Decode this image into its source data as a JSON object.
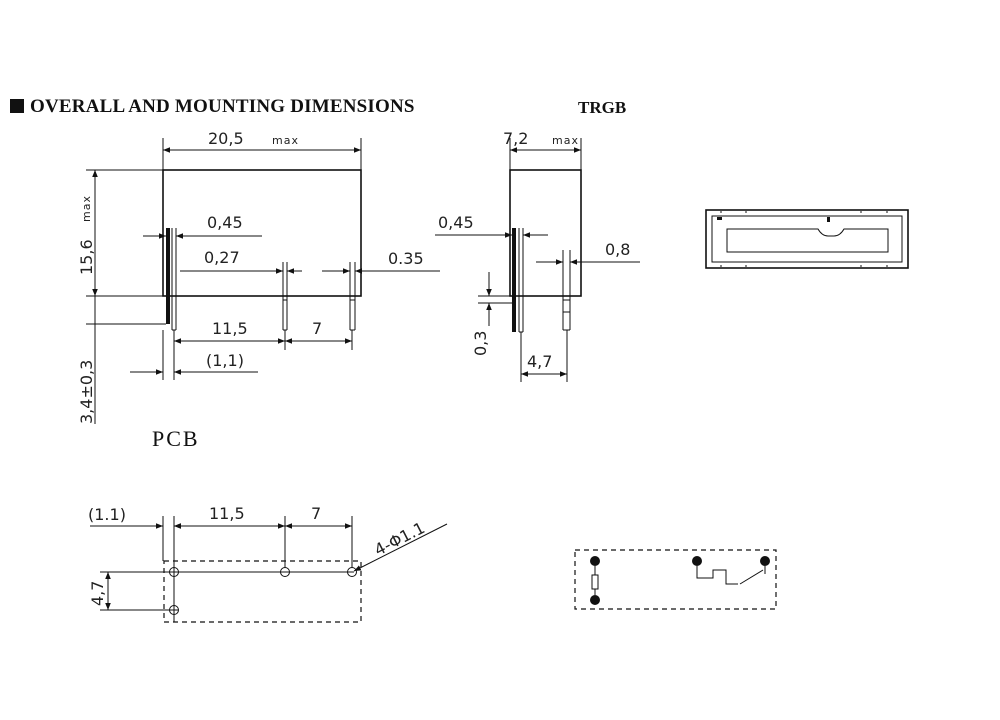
{
  "header": {
    "title": "OVERALL AND MOUNTING DIMENSIONS",
    "model": "TRGB"
  },
  "front_view": {
    "width_value": "20,5",
    "width_unit": "max",
    "height_value": "15,6",
    "height_unit": "max",
    "pin_thickness_1": "0,45",
    "pin_thickness_2": "0,27",
    "pin_thickness_3": "0.35",
    "pitch_1": "11,5",
    "pitch_2": "7",
    "offset": "(1,1)",
    "pin_length": "3,4±0,3"
  },
  "side_view": {
    "width_value": "7,2",
    "width_unit": "max",
    "pin_thickness": "0,45",
    "pin_width": "0,8",
    "standoff": "0,3",
    "pin_spacing": "4,7"
  },
  "pcb_layout": {
    "label": "PCB",
    "offset": "(1.1)",
    "pitch_1": "11,5",
    "pitch_2": "7",
    "hole_spec": "4-Φ1.1",
    "row_spacing": "4,7"
  }
}
